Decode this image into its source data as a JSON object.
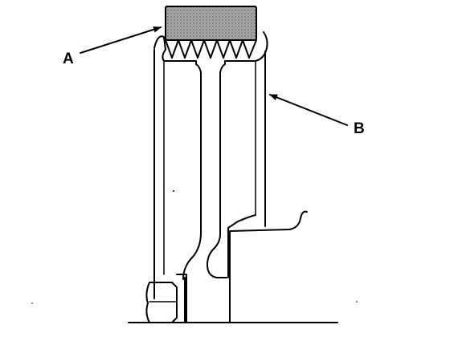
{
  "labels": {
    "a": "A",
    "b": "B"
  },
  "parts": {
    "toothed_belt_label": "A",
    "pulley_label": "B"
  },
  "colors": {
    "ink": "#000000",
    "belt_fill": "#9a9a9a",
    "background": "#ffffff"
  }
}
